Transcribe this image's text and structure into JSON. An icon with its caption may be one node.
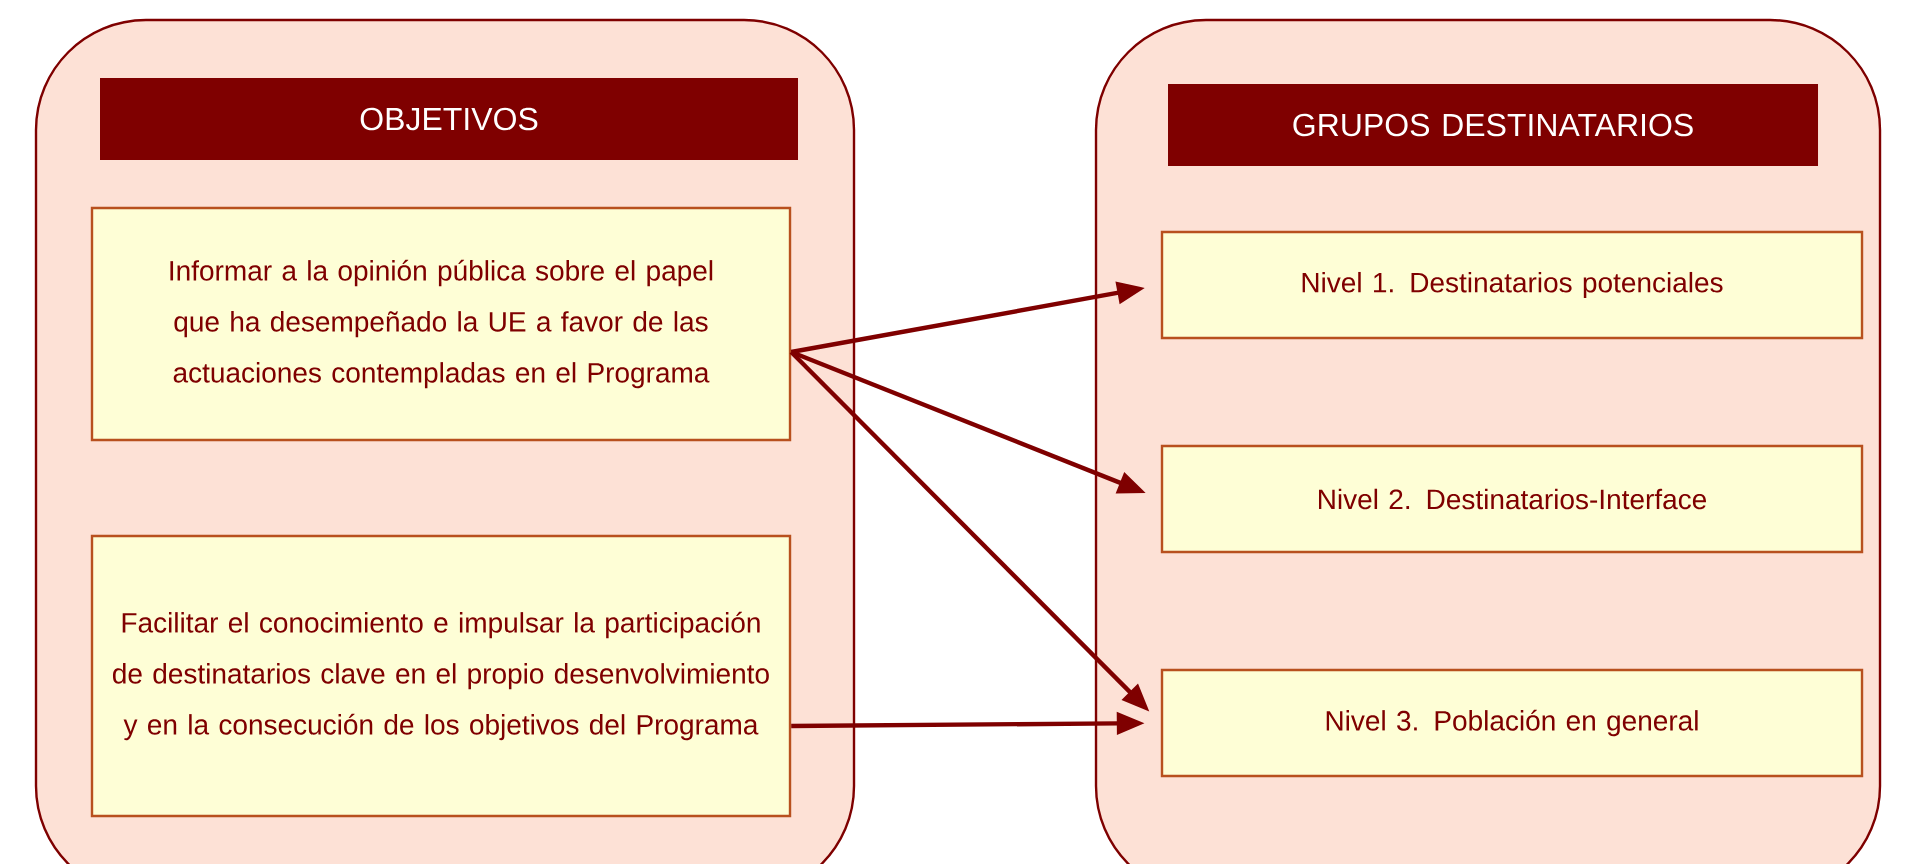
{
  "diagram": {
    "nodes": [
      {
        "text": [],
        "shape": "box"
      },
      {
        "text": [
          "OBJETIVOS"
        ],
        "in": 0
      },
      {
        "text": [
          "Informar a la opinión pública sobre el papel que ha desempeñado la UE a favor de las actuaciones contempladas en el Programa"
        ],
        "in": 0
      },
      {
        "text": [
          "Facilitar el conocimiento e impulsar la participación de destinatarios clave en el propio desenvolvimiento y en la consecución de los objetivos del Programa"
        ],
        "in": 0
      },
      {
        "text": [],
        "shape": "box"
      },
      {
        "text": [
          "GRUPOS DESTINATARIOS"
        ],
        "in": 4
      },
      {
        "text": [
          "Nivel 1. Destinatarios potenciales"
        ],
        "in": 4
      },
      {
        "text": [
          "Nivel 2. Destinatarios-Interface"
        ],
        "in": 4
      },
      {
        "text": [
          "Nivel 3. Población en general"
        ],
        "in": 4
      }
    ],
    "edges": [
      {
        "from": 2,
        "to": 6,
        "arrow": "to"
      },
      {
        "from": 2,
        "to": 7,
        "arrow": "to"
      },
      {
        "from": 2,
        "to": 8,
        "arrow": "to"
      },
      {
        "from": 3,
        "to": 8,
        "arrow": "to"
      }
    ]
  }
}
